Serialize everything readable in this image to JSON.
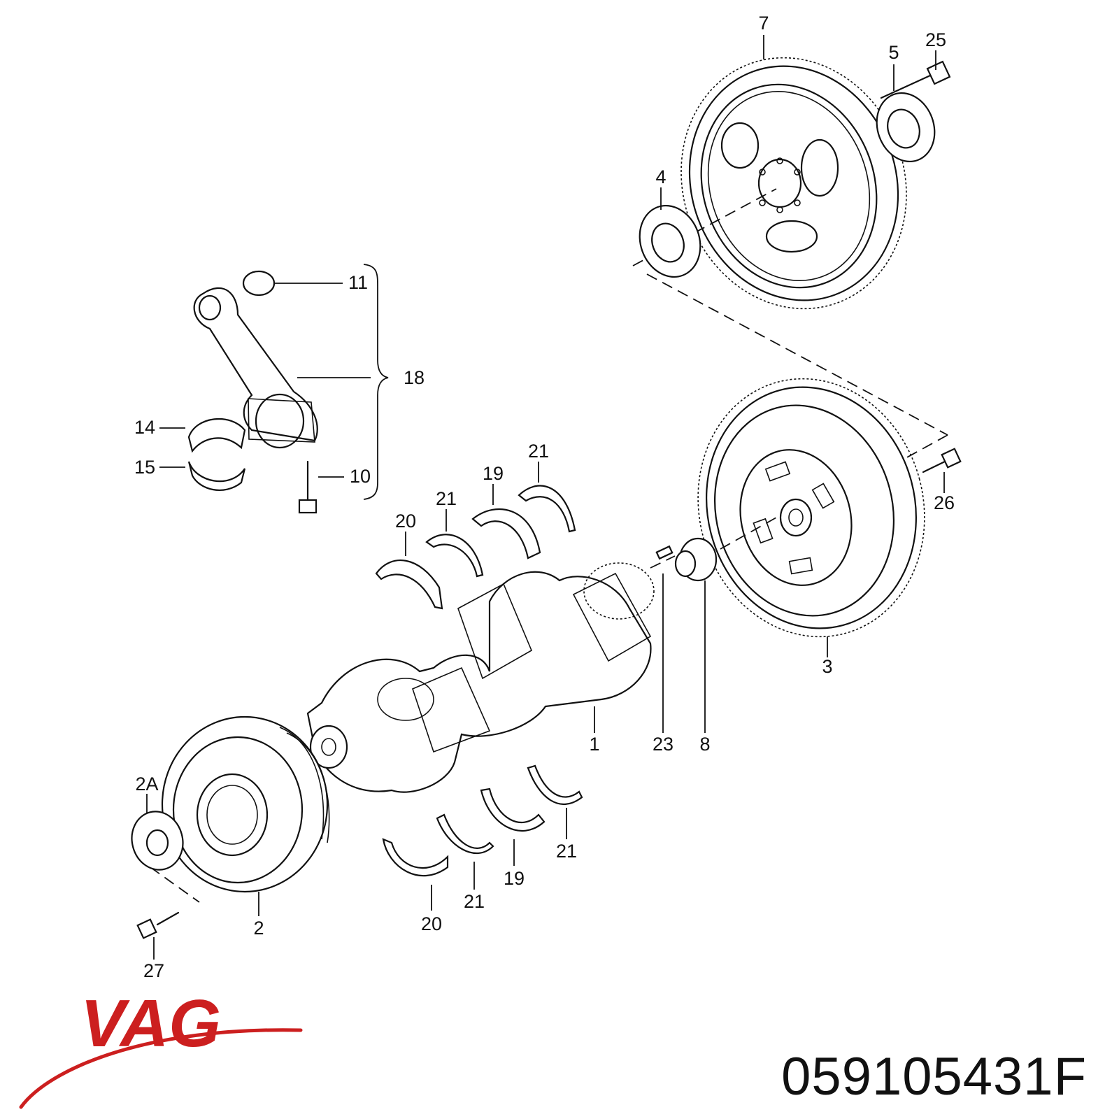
{
  "brand": {
    "logo_text": "VAG",
    "logo_color": "#cc1f1f",
    "part_number": "059105431F"
  },
  "callouts": {
    "c1": "1",
    "c2": "2",
    "c2a": "2A",
    "c3": "3",
    "c4": "4",
    "c5": "5",
    "c7": "7",
    "c8": "8",
    "c10": "10",
    "c11": "11",
    "c14": "14",
    "c15": "15",
    "c18": "18",
    "c19a": "19",
    "c19b": "19",
    "c20a": "20",
    "c20b": "20",
    "c21a": "21",
    "c21b": "21",
    "c21c": "21",
    "c21d": "21",
    "c23": "23",
    "c25": "25",
    "c26": "26",
    "c27": "27"
  }
}
